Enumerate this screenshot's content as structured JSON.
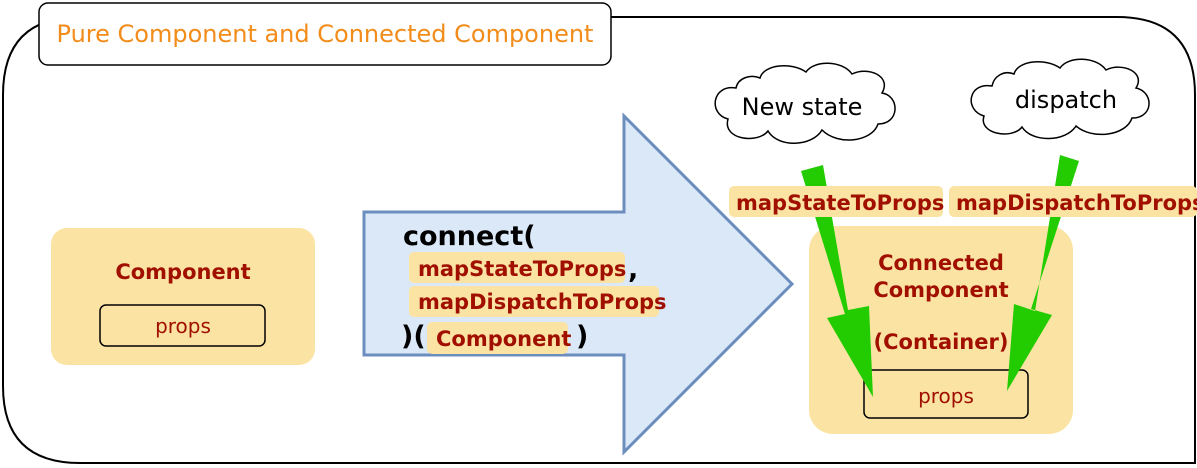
{
  "title": "Pure Component and Connected Component",
  "pure_component": {
    "label": "Component",
    "props_label": "props"
  },
  "connect_code": {
    "open": "connect(",
    "arg1": "mapStateToProps",
    "comma": ",",
    "arg2": "mapDispatchToProps",
    "close_open": ")(",
    "arg3": "Component",
    "close": ")"
  },
  "clouds": {
    "left": "New state",
    "right": "dispatch"
  },
  "map_labels": {
    "state": "mapStateToProps",
    "dispatch": "mapDispatchToProps"
  },
  "connected_component": {
    "line1": "Connected",
    "line2": "Component",
    "line3": "(Container)",
    "props_label": "props"
  },
  "colors": {
    "orange_title": "#f28c1a",
    "component_fill": "#fbe4a3",
    "label_red": "#a00f00",
    "arrow_fill": "#dae8f8",
    "arrow_stroke": "#6c8ebf",
    "green_arrow": "#22cc00"
  }
}
